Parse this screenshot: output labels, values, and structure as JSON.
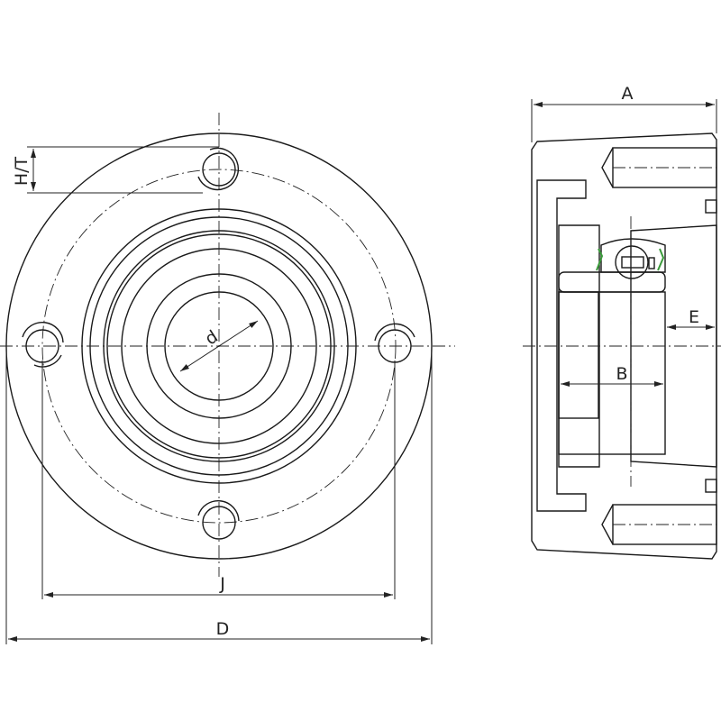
{
  "labels": {
    "ht": "H/T",
    "d": "d",
    "j": "J",
    "D": "D",
    "a": "A",
    "e": "E",
    "b": "B"
  },
  "colors": {
    "housing": "#2e6b80",
    "housing_light": "#4aa6c4",
    "insert": "#555a58",
    "ring": "#5b8fd0",
    "bore": "#e8e8e8"
  }
}
